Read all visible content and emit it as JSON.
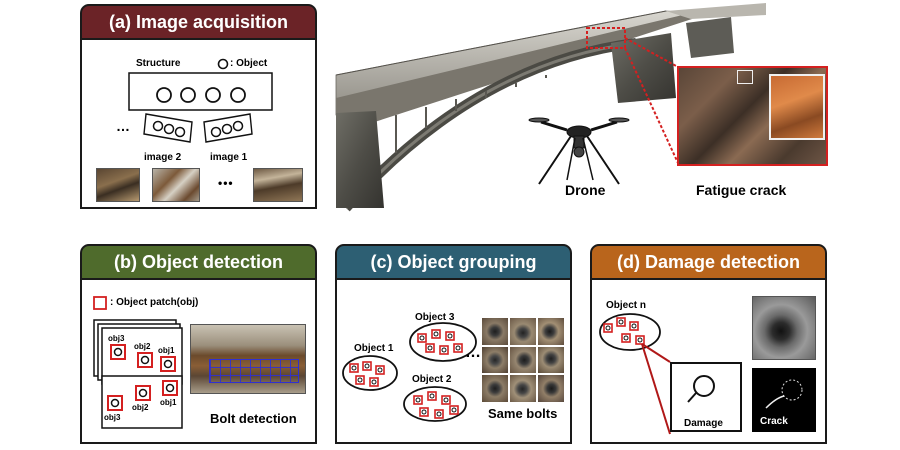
{
  "panel_a": {
    "title": "(a) Image acquisition",
    "structure_label": "Structure",
    "object_legend": ": Object",
    "ellipsis": "…",
    "image2_label": "image 2",
    "image1_label": "image 1",
    "dots": "•••",
    "color": "#6b2327"
  },
  "scene": {
    "drone_label": "Drone",
    "crack_label": "Fatigue crack"
  },
  "panel_b": {
    "title": "(b) Object detection",
    "patch_legend": ": Object patch(obj)",
    "obj3": "obj3",
    "obj2": "obj2",
    "obj1": "obj1",
    "bolt_detection": "Bolt detection",
    "color": "#4f6b2c"
  },
  "panel_c": {
    "title": "(c) Object grouping",
    "object1": "Object 1",
    "object2": "Object 2",
    "object3": "Object 3",
    "ellipsis": "…",
    "same_bolts": "Same bolts",
    "color": "#2d5f73"
  },
  "panel_d": {
    "title": "(d) Damage detection",
    "object_n": "Object n",
    "damage": "Damage",
    "crack": "Crack",
    "color": "#b9651c"
  }
}
